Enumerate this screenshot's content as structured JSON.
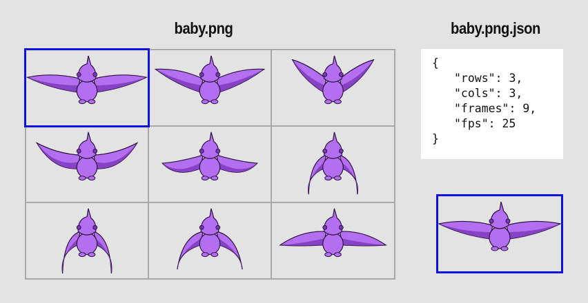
{
  "sprite_sheet": {
    "title": "baby.png",
    "rows": 3,
    "cols": 3,
    "frames": 9,
    "highlighted_frame": 1
  },
  "json_panel": {
    "title": "baby.png.json",
    "open_brace": "{",
    "lines": [
      "\"rows\": 3,",
      "\"cols\": 3,",
      "\"frames\": 9,",
      "\"fps\": 25"
    ],
    "close_brace": "}"
  },
  "colors": {
    "background": "#e3e3e3",
    "grid_line": "#a8a8a8",
    "highlight": "#1010e0",
    "creature_body": "#b46ff0",
    "creature_shadow": "#7a38b8",
    "creature_outline": "#2a1040"
  },
  "creature": "purple-baby-pterodactyl"
}
